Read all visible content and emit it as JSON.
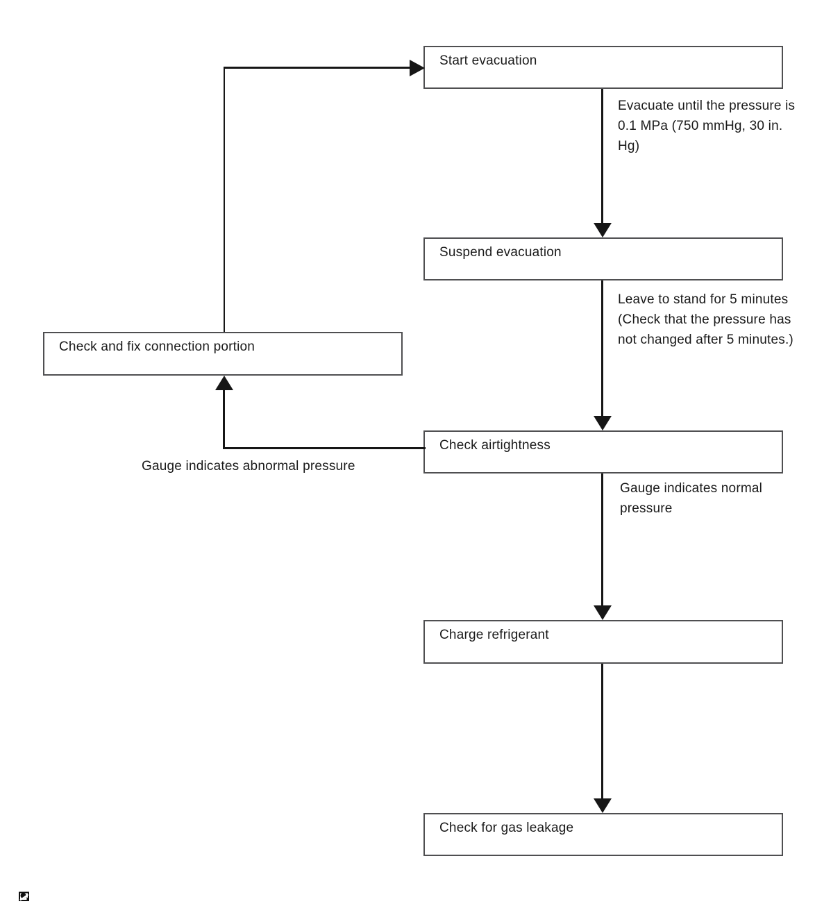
{
  "flowchart": {
    "boxes": [
      {
        "id": "start-evacuation",
        "label": "Start evacuation"
      },
      {
        "id": "suspend-evacuation",
        "label": "Suspend evacuation"
      },
      {
        "id": "check-airtightness",
        "label": "Check airtightness"
      },
      {
        "id": "charge-refrigerant",
        "label": "Charge refrigerant"
      },
      {
        "id": "check-for-gas-leakage",
        "label": "Check for gas leakage"
      },
      {
        "id": "check-and-fix-connection-portion",
        "label": "Check and fix connection portion"
      }
    ],
    "edges": [
      {
        "from": "start-evacuation",
        "to": "suspend-evacuation",
        "label": "Evacuate until the pressure is\n0.1 MPa (750 mmHg, 30 in.\nHg)"
      },
      {
        "from": "suspend-evacuation",
        "to": "check-airtightness",
        "label": "Leave to stand for 5 minutes\n(Check that the pressure has\nnot changed after 5 minutes.)"
      },
      {
        "from": "check-airtightness",
        "to": "charge-refrigerant",
        "label": "Gauge indicates normal\npressure"
      },
      {
        "from": "charge-refrigerant",
        "to": "check-for-gas-leakage",
        "label": ""
      },
      {
        "from": "check-airtightness",
        "to": "check-and-fix-connection-portion",
        "label": "Gauge indicates abnormal pressure"
      },
      {
        "from": "check-and-fix-connection-portion",
        "to": "start-evacuation",
        "label": ""
      }
    ],
    "colors": {
      "background": "#ffffff",
      "box_border": "#4f4f51",
      "line": "#161616",
      "text": "#1a1a1a"
    },
    "icons": [
      {
        "name": "image-placeholder-icon"
      }
    ]
  }
}
